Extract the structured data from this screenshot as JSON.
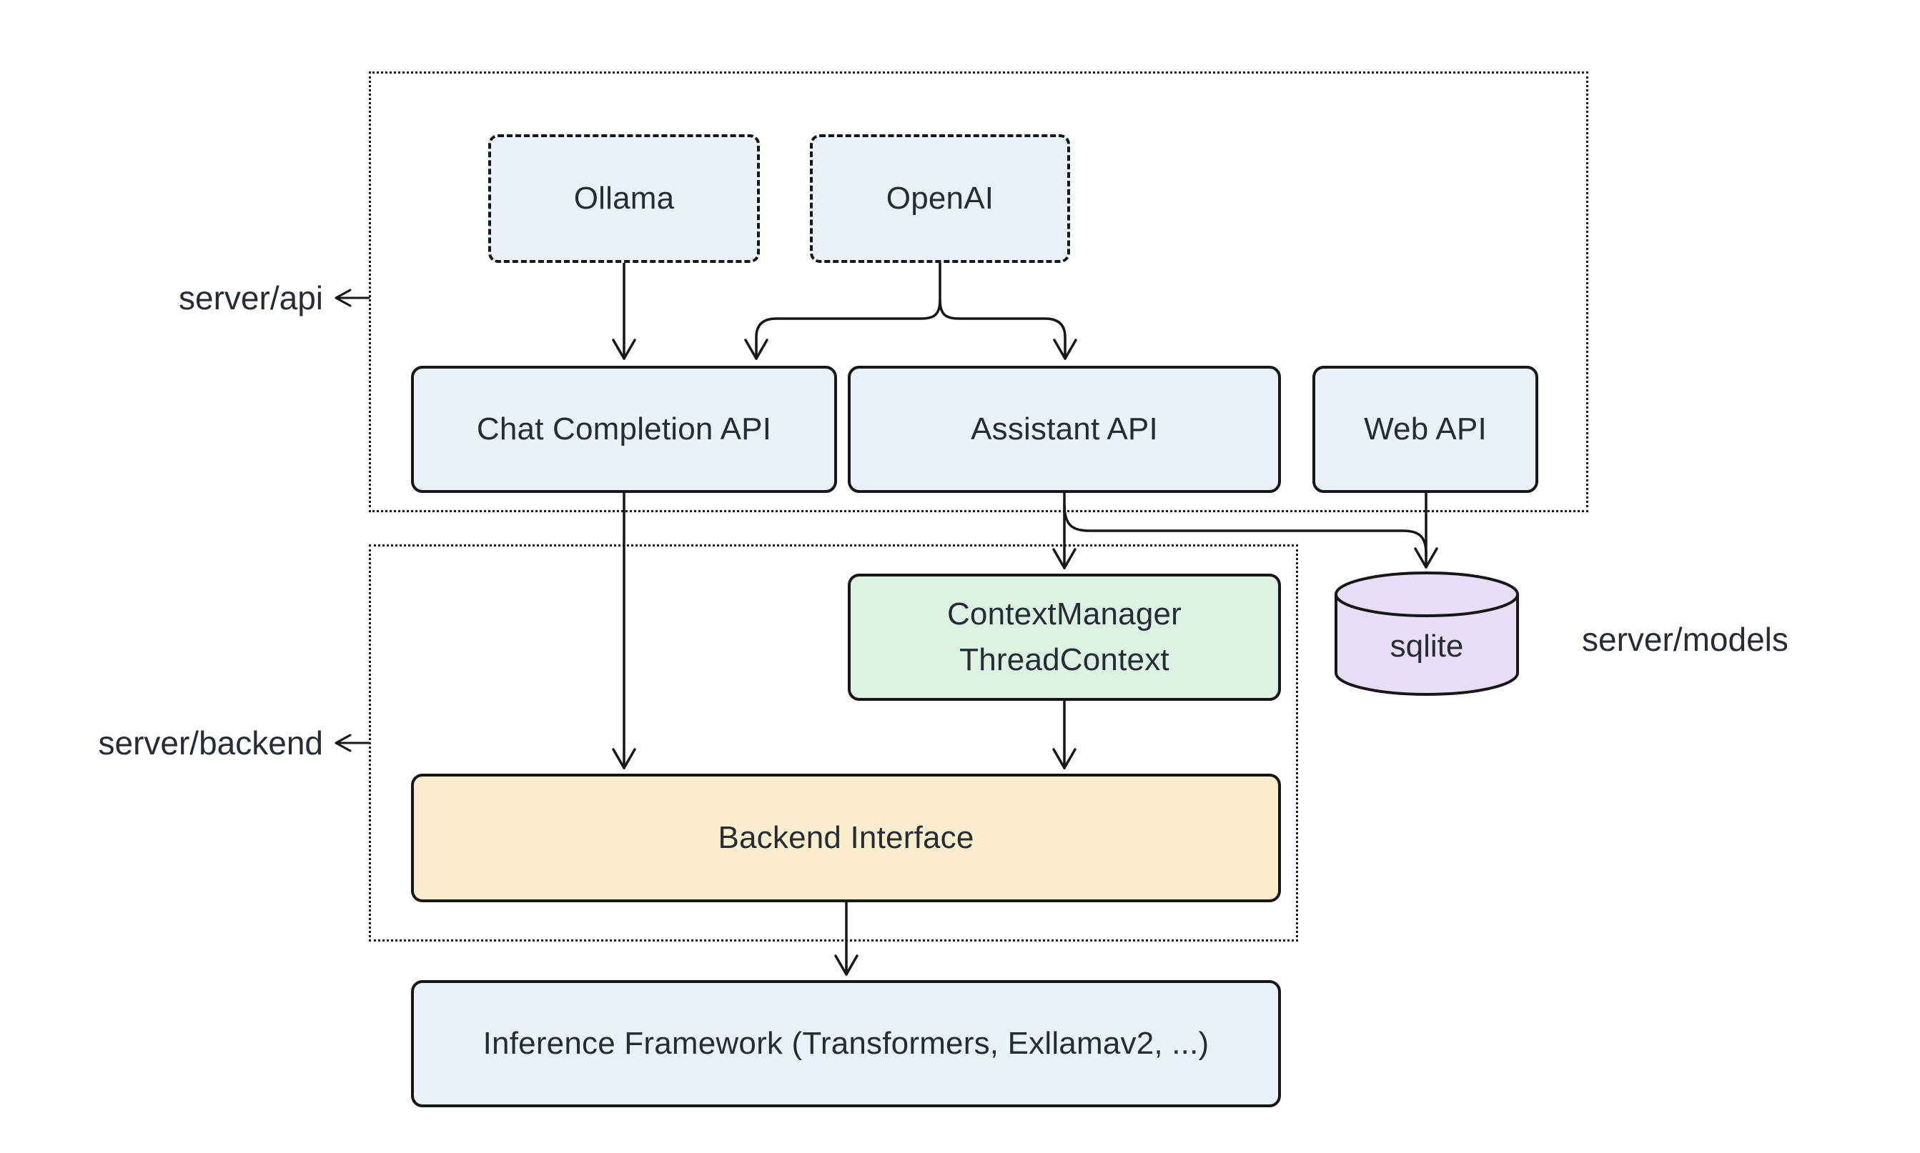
{
  "diagram_type": "architecture-flowchart",
  "colors": {
    "background": "#ffffff",
    "node_blue": "#EBF1FA",
    "node_green": "#DDF2E3",
    "node_yellow": "#FAEECD",
    "node_purple": "#E8DEF6",
    "stroke": "#171717",
    "text": "#262c35"
  },
  "nodes": {
    "ollama": {
      "label": "Ollama"
    },
    "openai": {
      "label": "OpenAI"
    },
    "chat": {
      "label": "Chat Completion API"
    },
    "assistant": {
      "label": "Assistant API"
    },
    "web": {
      "label": "Web API"
    },
    "context": {
      "label_line1": "ContextManager",
      "label_line2": "ThreadContext"
    },
    "backend_interface": {
      "label": "Backend Interface"
    },
    "sqlite": {
      "label": "sqlite"
    },
    "inference": {
      "label": "Inference Framework (Transformers, Exllamav2, ...)"
    }
  },
  "annotations": {
    "api": "server/api",
    "backend": "server/backend",
    "models": "server/models"
  },
  "edges": [
    {
      "from": "Ollama",
      "to": "Chat Completion API"
    },
    {
      "from": "OpenAI",
      "to": "Chat Completion API"
    },
    {
      "from": "OpenAI",
      "to": "Assistant API"
    },
    {
      "from": "Chat Completion API",
      "to": "Backend Interface"
    },
    {
      "from": "Assistant API",
      "to": "ContextManager ThreadContext"
    },
    {
      "from": "Assistant API",
      "to": "sqlite"
    },
    {
      "from": "Web API",
      "to": "sqlite"
    },
    {
      "from": "ContextManager ThreadContext",
      "to": "Backend Interface"
    },
    {
      "from": "Backend Interface",
      "to": "Inference Framework (Transformers, Exllamav2, ...)"
    }
  ]
}
